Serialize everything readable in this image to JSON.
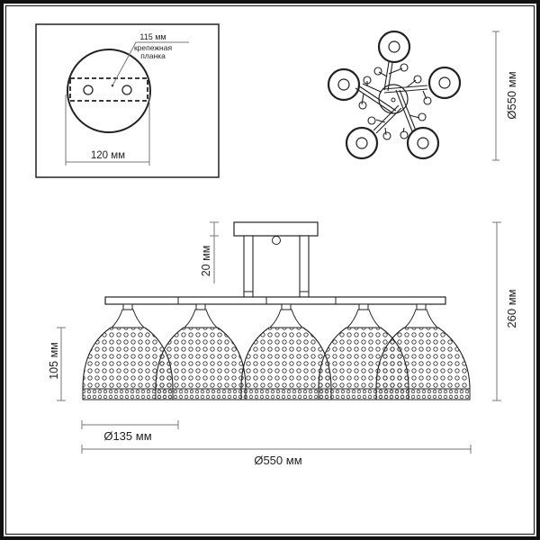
{
  "mounting_plate_view": {
    "plate_diameter_label": "120 мм",
    "bracket_length_label": "115 мм",
    "bracket_caption_line1": "крепежная",
    "bracket_caption_line2": "планка"
  },
  "top_view": {
    "diameter_label": "Ø550 мм",
    "arm_count": 5
  },
  "side_view": {
    "rod_height_label": "20 мм",
    "total_height_label": "260 мм",
    "shade_height_label": "105 мм",
    "shade_diameter_label": "Ø135 мм",
    "overall_diameter_label": "Ø550 мм",
    "shade_count": 5
  },
  "colors": {
    "line": "#222222",
    "dimension_line": "#777777",
    "frame": "#111111",
    "background": "#ffffff"
  }
}
